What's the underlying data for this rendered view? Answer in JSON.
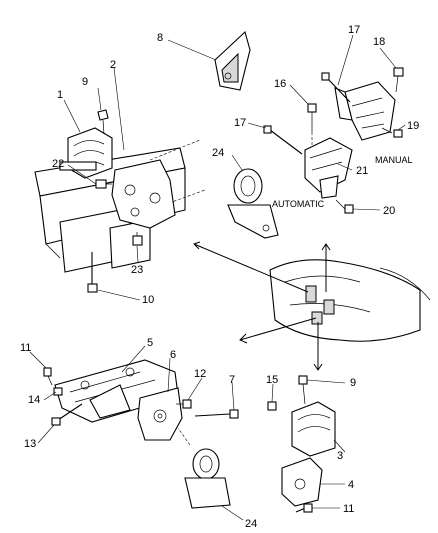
{
  "callouts": {
    "c1": "1",
    "c2": "2",
    "c3": "3",
    "c4": "4",
    "c5": "5",
    "c6": "6",
    "c7": "7",
    "c8": "8",
    "c9a": "9",
    "c9b": "9",
    "c10": "10",
    "c11a": "11",
    "c11b": "11",
    "c12": "12",
    "c13": "13",
    "c14": "14",
    "c15": "15",
    "c16": "16",
    "c17a": "17",
    "c17b": "17",
    "c18": "18",
    "c19": "19",
    "c20": "20",
    "c21": "21",
    "c22": "22",
    "c23": "23",
    "c24a": "24",
    "c24b": "24"
  },
  "notes": {
    "manual": "MANUAL",
    "automatic": "AUTOMATIC"
  }
}
